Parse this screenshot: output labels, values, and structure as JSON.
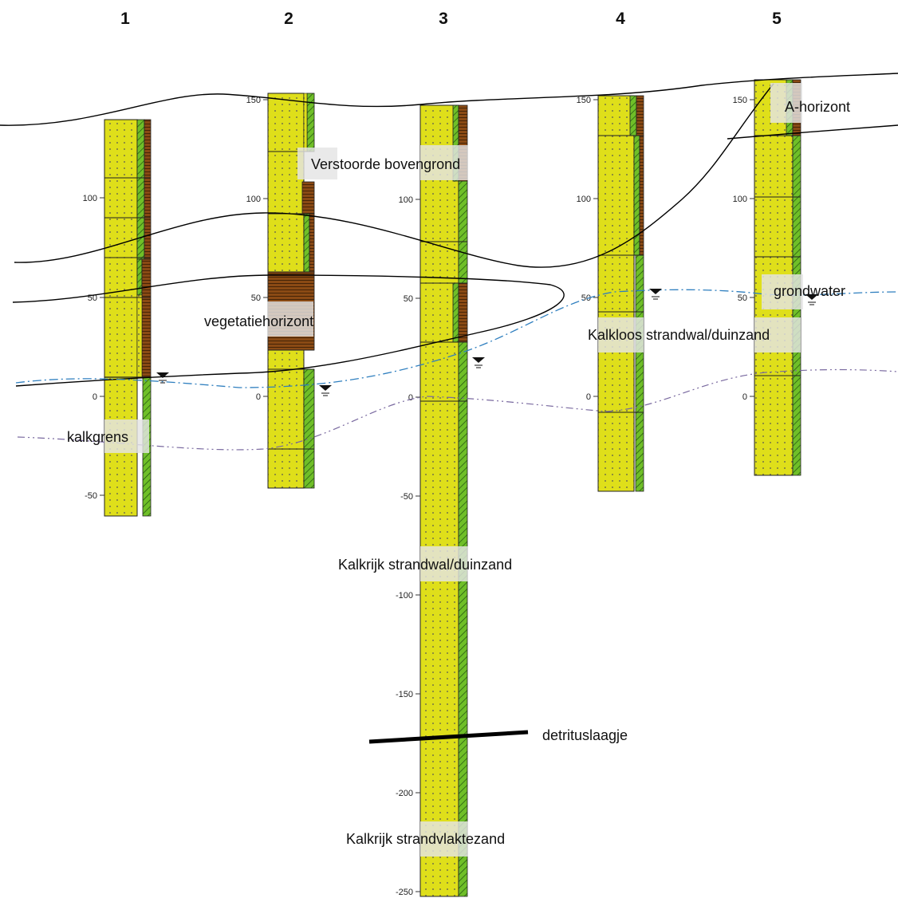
{
  "colors": {
    "sand": "#dfdf1a",
    "lime_strip": "#6fbf28",
    "peat": "#8a4a14",
    "groundwater_line": "#2f7fbf",
    "lime_boundary_line": "#7a6aa0",
    "contour": "#000000"
  },
  "columns": [
    {
      "number": "1",
      "ticks": [
        "100",
        "50",
        "0",
        "-50"
      ]
    },
    {
      "number": "2",
      "ticks": [
        "150",
        "100",
        "50",
        "0"
      ]
    },
    {
      "number": "3",
      "ticks": [
        "100",
        "50",
        "0",
        "-50",
        "-100",
        "-150",
        "-200",
        "-250"
      ]
    },
    {
      "number": "4",
      "ticks": [
        "150",
        "100",
        "50",
        "0"
      ]
    },
    {
      "number": "5",
      "ticks": [
        "150",
        "100",
        "50",
        "0"
      ]
    }
  ],
  "labels": {
    "verstoorde_bovengrond": "Verstoorde bovengrond",
    "a_horizont": "A-horizont",
    "vegetatiehorizont": "vegetatiehorizont",
    "grondwater": "grondwater",
    "kalkloos": "Kalkloos strandwal/duinzand",
    "kalkgrens": "kalkgrens",
    "kalkrijk_duinzand": "Kalkrijk strandwal/duinzand",
    "detrituslaagje": "detrituslaagje",
    "kalkrijk_strandvlaktezand": "Kalkrijk strandvlaktezand"
  },
  "icons": {
    "groundwater_symbol": "water-level-triangle-icon"
  }
}
